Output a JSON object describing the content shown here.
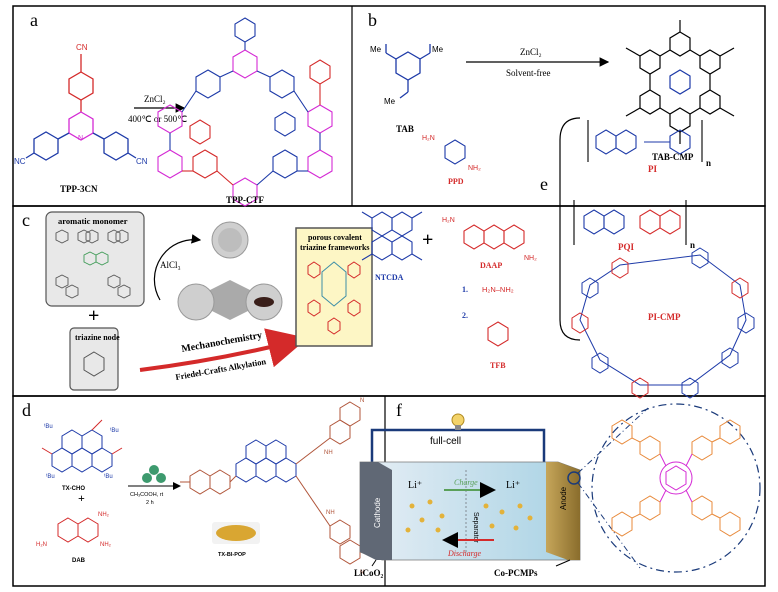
{
  "panels": {
    "a": {
      "letter": "a",
      "reagent": "ZnCl₂",
      "conditions": "400℃  or  500℃",
      "monomer_label": "TPP-3CN",
      "product_label": "TPP-CTF",
      "cn": "CN",
      "nc": "NC",
      "n": "N"
    },
    "b": {
      "letter": "b",
      "me": "Me",
      "reagent": "ZnCl₂",
      "conditions": "Solvent-free",
      "monomer_label": "TAB",
      "product_label": "TAB-CMP"
    },
    "c": {
      "letter": "c",
      "monomer_box": "aromatic monomer",
      "node_box": "triazine node",
      "catalyst": "AlCl₃",
      "product_box_line1": "porous covalent",
      "product_box_line2": "triazine frameworks",
      "arrow_line1": "Mechanochemistry",
      "arrow_line2": "Friedel-Crafts Alkylation",
      "plus": "+"
    },
    "d": {
      "letter": "d",
      "aldehyde": "TX-CHO",
      "amine": "DAB",
      "conditions_line1": "CH₃COOH, rt",
      "conditions_line2": "2 h",
      "product": "TX-BI-POP",
      "plus": "+",
      "tbu": "ᵗBu",
      "nh2": "NH₂",
      "h2n": "H₂N",
      "nh": "NH",
      "n": "N"
    },
    "e": {
      "letter": "e",
      "ppd": "PPD",
      "pi": "PI",
      "pqi": "PQI",
      "ntcda": "NTCDA",
      "daap": "DAAP",
      "hydrazine_index": "1.",
      "hydrazine": "H₂N–NH₂",
      "tfb_index": "2.",
      "tfb": "TFB",
      "product": "PI-CMP",
      "plus": "+",
      "n": "n",
      "h2n": "H₂N",
      "nh2": "NH₂"
    },
    "f": {
      "letter": "f",
      "device": "full-cell",
      "cathode": "Cathode",
      "anode": "Anode",
      "separator": "Separator",
      "li_left": "Li⁺",
      "li_right": "Li⁺",
      "charge": "Charge",
      "discharge": "Discharge",
      "cathode_material": "LiCoO₂",
      "anode_material": "Co-PCMPs"
    }
  },
  "colors": {
    "blue": "#1d3aa8",
    "red": "#d42a2a",
    "magenta": "#d42ad4",
    "orange": "#e8893a",
    "brown": "#b0553a",
    "teal": "#3d8ea8"
  }
}
